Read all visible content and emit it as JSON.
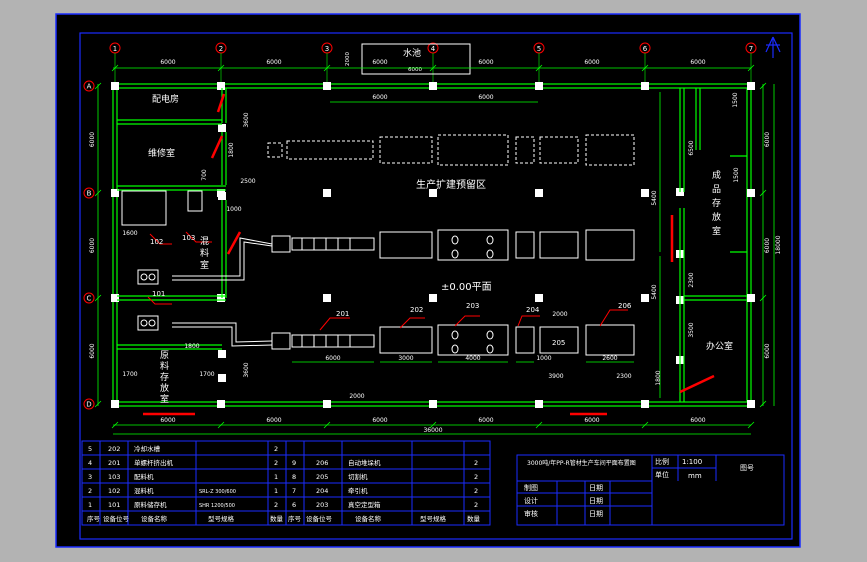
{
  "colors": {
    "background": "#b3b3b3",
    "paper": "#000000",
    "frame": "#1a2cff",
    "wall": "#00ff00",
    "text": "#ffffff",
    "dims": "#00ff00",
    "axis_bubble": "#ff0000",
    "accent": "#ff0000"
  },
  "axes": {
    "columns": [
      "1",
      "2",
      "3",
      "4",
      "5",
      "6",
      "7"
    ],
    "rows": [
      "A",
      "B",
      "C",
      "D"
    ]
  },
  "dims": {
    "top_spans": [
      "6000",
      "6000",
      "6000",
      "6000",
      "6000",
      "6000"
    ],
    "bottom_spans": [
      "6000",
      "6000",
      "6000",
      "6000",
      "6000",
      "6000"
    ],
    "bottom_total": "36000",
    "left_spans": [
      "6000",
      "6000",
      "6000"
    ],
    "right_total": "18000",
    "right_parts": [
      "6000",
      "6000",
      "6000"
    ],
    "inner_top": [
      "6000",
      "6000"
    ],
    "pool_w": "6000",
    "pool_h": "2000",
    "misc": [
      "3600",
      "1800",
      "700",
      "2500",
      "1000",
      "1600",
      "1800",
      "1700",
      "1700",
      "3600",
      "3900",
      "2300",
      "2000",
      "1500",
      "6500",
      "1500",
      "5400",
      "5400",
      "2300",
      "3500",
      "1800",
      "3000",
      "4000",
      "1000",
      "2600",
      "2000",
      "6000"
    ]
  },
  "rooms": {
    "pool": "水池",
    "power": "配电房",
    "repair": "维修室",
    "expansion": "生产扩建预留区",
    "mixing": "混料室",
    "raw": "原料存放室",
    "product": "成品存放室",
    "office": "办公室",
    "level": "±0.00平面"
  },
  "equipment_tags": [
    "101",
    "102",
    "103",
    "201",
    "202",
    "203",
    "204",
    "205",
    "206"
  ],
  "table": {
    "left_rows": [
      {
        "no": "5",
        "code": "202",
        "name": "冷却水槽",
        "spec": "",
        "qty": "2"
      },
      {
        "no": "4",
        "code": "201",
        "name": "单螺杆挤出机",
        "spec": "",
        "qty": "2"
      },
      {
        "no": "3",
        "code": "103",
        "name": "配料机",
        "spec": "",
        "qty": "1"
      },
      {
        "no": "2",
        "code": "102",
        "name": "混料机",
        "spec": "SRL-Z 300/600",
        "qty": "1"
      },
      {
        "no": "1",
        "code": "101",
        "name": "原料储存机",
        "spec": "SHR 1200/500",
        "qty": "2"
      }
    ],
    "right_rows": [
      {
        "no": "9",
        "code": "206",
        "name": "自动堆垛机",
        "spec": "",
        "qty": "2"
      },
      {
        "no": "8",
        "code": "205",
        "name": "切割机",
        "spec": "",
        "qty": "2"
      },
      {
        "no": "7",
        "code": "204",
        "name": "牵引机",
        "spec": "",
        "qty": "2"
      },
      {
        "no": "6",
        "code": "203",
        "name": "真空定型箱",
        "spec": "",
        "qty": "2"
      }
    ],
    "header": {
      "no": "序号",
      "code": "设备位号",
      "name": "设备名称",
      "spec": "型号规格",
      "qty": "数量"
    }
  },
  "title_block": {
    "title": "3000吨/年PP-R管材生产车间平面布置图",
    "scale_label": "比例",
    "scale_value": "1:100",
    "unit_label": "单位",
    "unit_value": "mm",
    "drawing_no": "图号",
    "rows": [
      {
        "label": "制图",
        "date": "日期"
      },
      {
        "label": "设计",
        "date": "日期"
      },
      {
        "label": "审核",
        "date": "日期"
      }
    ]
  }
}
